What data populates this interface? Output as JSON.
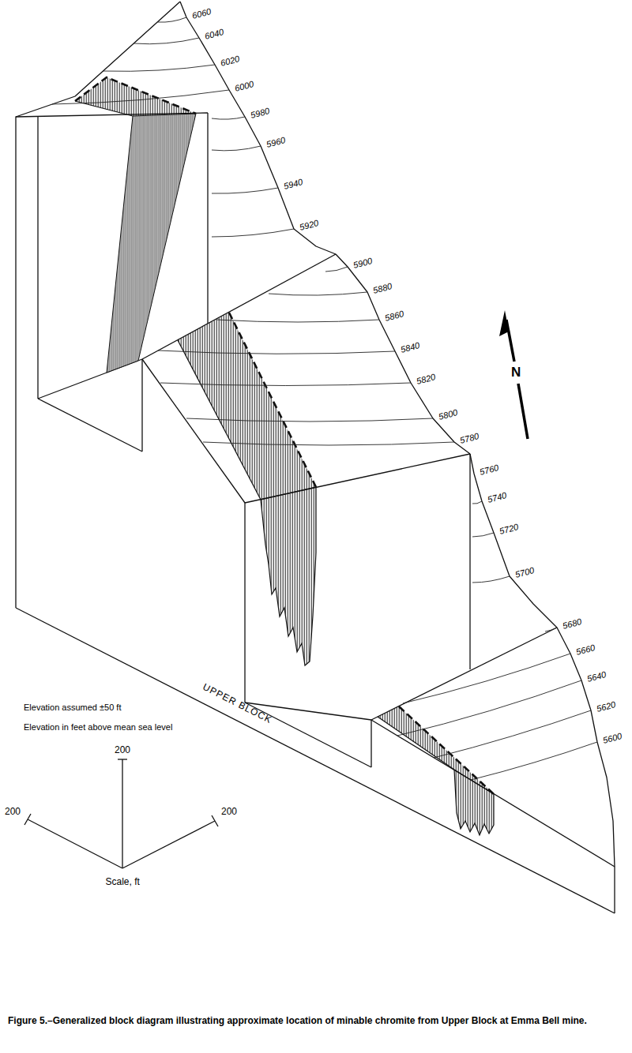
{
  "diagram": {
    "caption": "Figure 5.–Generalized block diagram illustrating approximate location of minable chromite from Upper Block at Emma Bell mine.",
    "labels": [
      "6060",
      "6040",
      "6020",
      "6000",
      "5980",
      "5960",
      "5940",
      "5920",
      "5900",
      "5880",
      "5860",
      "5840",
      "5820",
      "5800",
      "5780",
      "5760",
      "5740",
      "5720",
      "5700",
      "5680",
      "5660",
      "5640",
      "5620",
      "5600",
      "UPPER BLOCK",
      "Elevation assumed ±50 ft",
      "Elevation in feet above mean sea level",
      "N",
      "200",
      "200",
      "200",
      "Scale, ft"
    ]
  }
}
